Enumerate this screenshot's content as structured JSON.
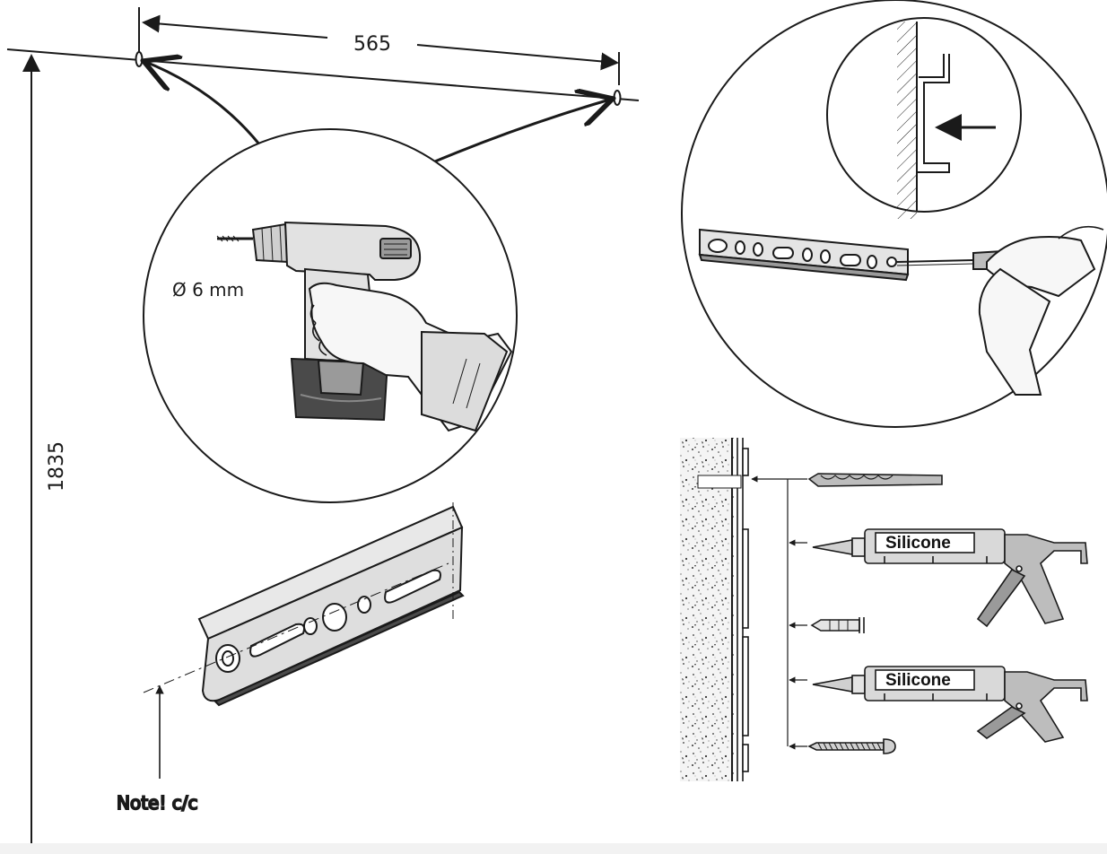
{
  "dimensions": {
    "hole_spacing": "565",
    "mounting_height": "1835",
    "drill_diameter": "Ø 6 mm"
  },
  "notes": {
    "center_to_center": "Note! c/c"
  },
  "tube_labels": {
    "top_tube": "Silicone",
    "bottom_tube": "Silicone"
  },
  "colors": {
    "line": "#1a1a1a",
    "metal_fill": "#e4e4e4",
    "body_fill": "#d9d9d9",
    "tool_fill": "#bdbdbd",
    "footer_band": "#f2f2f2"
  }
}
